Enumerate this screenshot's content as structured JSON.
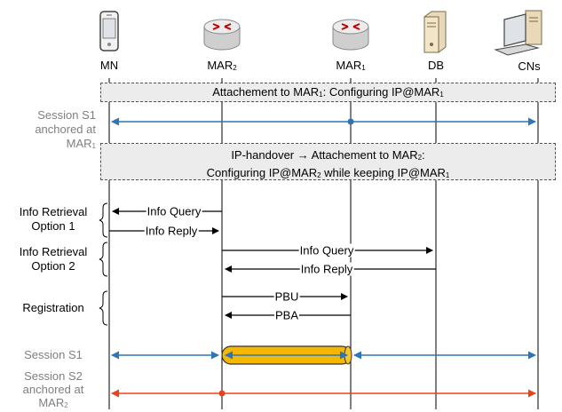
{
  "entities": [
    {
      "key": "mn",
      "label": "MN",
      "icon": "mobile-phone-icon"
    },
    {
      "key": "mar2",
      "label": "MAR",
      "sub": "2",
      "icon": "router-icon"
    },
    {
      "key": "mar1",
      "label": "MAR",
      "sub": "1",
      "icon": "router-icon"
    },
    {
      "key": "db",
      "label": "DB",
      "icon": "server-icon"
    },
    {
      "key": "cns",
      "label": "CNs",
      "icon": "laptop-icon"
    }
  ],
  "box1": {
    "pre": "Attachement to MAR",
    "sub": "1",
    "mid": ": Configuring IP@MAR",
    "sub2": "1"
  },
  "box2": {
    "line1_pre": "IP-handover ",
    "arrow": "→",
    "line1_mid": " Attachement to MAR",
    "line1_sub": "2",
    "line1_post": ":",
    "line2_pre": "Configuring IP@MAR",
    "line2_sub": "2",
    "line2_mid": " while keeping IP@MAR",
    "line2_sub2": "1"
  },
  "side_labels": {
    "session_s1_anchored": [
      "Session S1",
      "anchored at",
      "MAR"
    ],
    "session_s1_anchored_sub": "1",
    "info_option1": [
      "Info Retrieval",
      "Option 1"
    ],
    "info_option2": [
      "Info Retrieval",
      "Option 2"
    ],
    "registration": "Registration",
    "session_s1": "Session S1",
    "session_s2_anchored": [
      "Session S2",
      "anchored at",
      "MAR"
    ],
    "session_s2_anchored_sub": "2"
  },
  "messages": {
    "info_query_1": "Info Query",
    "info_reply_1": "Info Reply",
    "info_query_2": "Info Query",
    "info_reply_2": "Info Reply",
    "pbu": "PBU",
    "pba": "PBA"
  },
  "colors": {
    "session_s1": "#2e75b6",
    "session_s2": "#e8431f",
    "tunnel": "#f5b800",
    "box_bg": "#ececec"
  }
}
